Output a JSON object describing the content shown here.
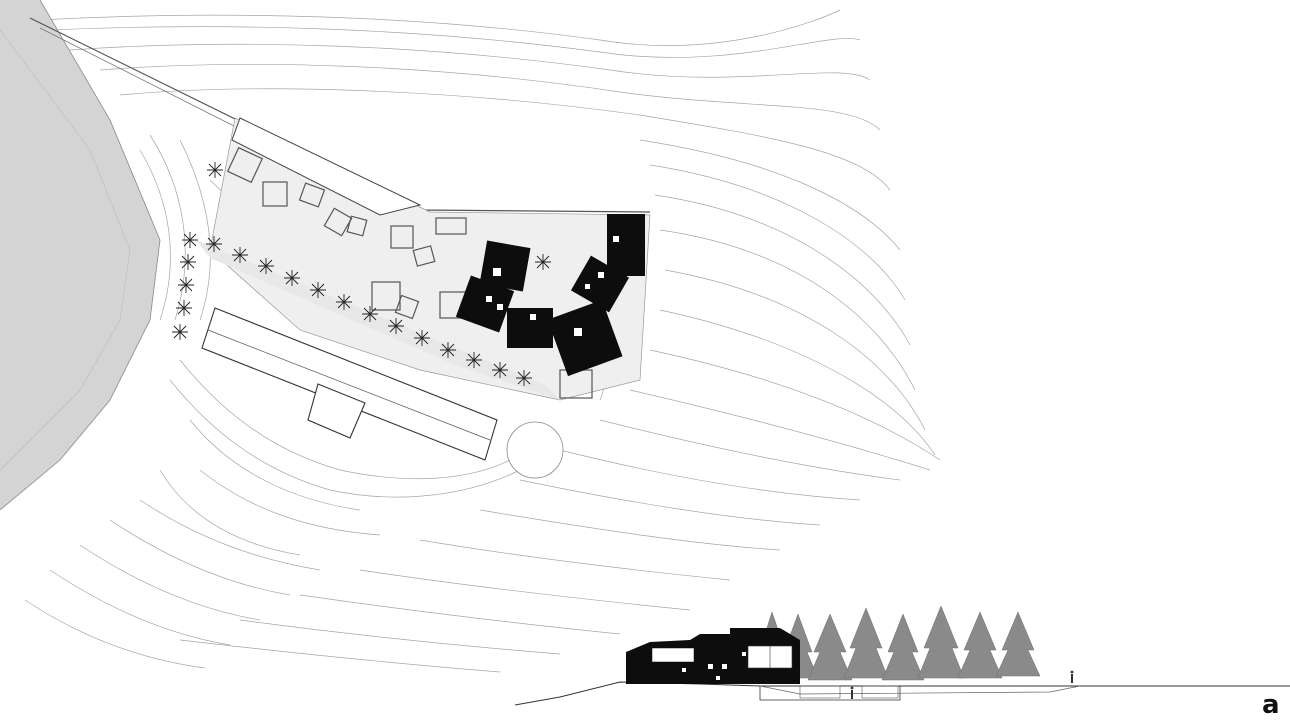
{
  "drawing": {
    "views": [
      "site-plan",
      "elevation"
    ],
    "colors": {
      "background": "#ffffff",
      "contour_line": "#9a9a9a",
      "slope_shading": "#d2d2d2",
      "terrace_fill": "#eeeeee",
      "building_mass": "#0d0d0d",
      "tree": "#7f7f7f"
    }
  },
  "logo": {
    "text": "a"
  }
}
